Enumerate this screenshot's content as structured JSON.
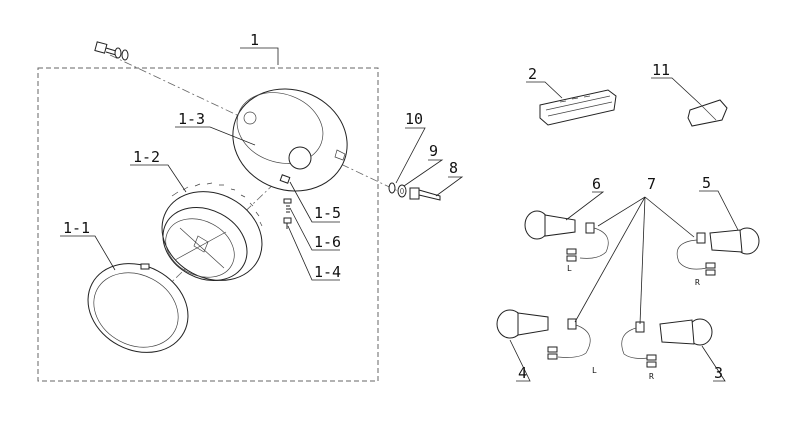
{
  "diagram": {
    "callouts": {
      "p1": "1",
      "p1_1": "1-1",
      "p1_2": "1-2",
      "p1_3": "1-3",
      "p1_4": "1-4",
      "p1_5": "1-5",
      "p1_6": "1-6",
      "p2": "2",
      "p3": "3",
      "p4": "4",
      "p5": "5",
      "p6": "6",
      "p7": "7",
      "p8": "8",
      "p9": "9",
      "p10": "10",
      "p11": "11"
    },
    "wire_marks": {
      "left_a": "L",
      "right_a": "R",
      "left_b": "L",
      "right_b": "R"
    }
  }
}
